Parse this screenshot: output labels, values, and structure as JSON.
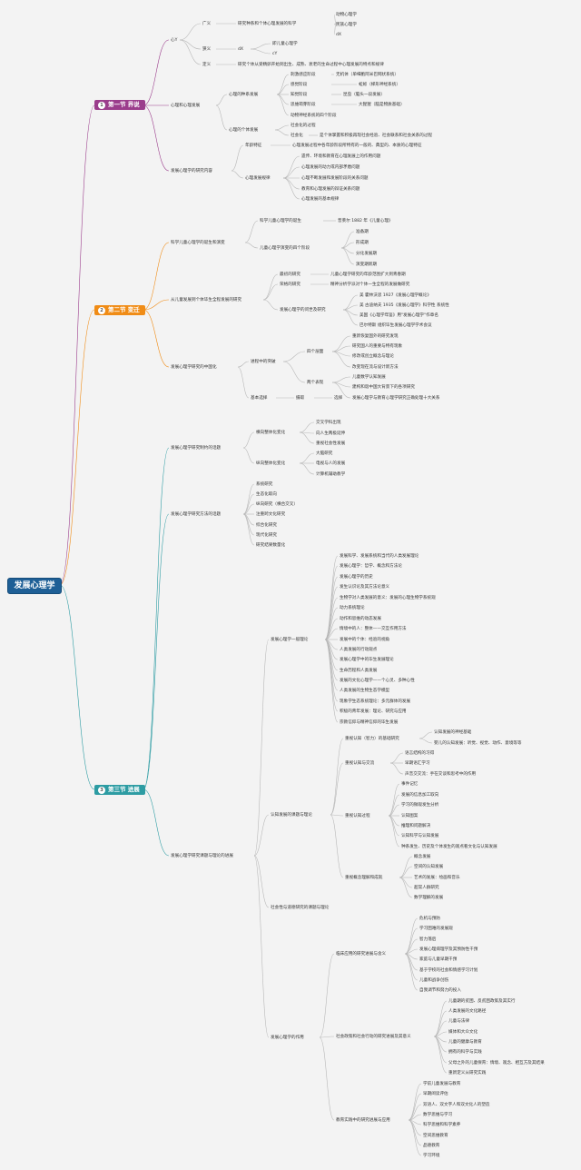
{
  "root": "发展心理学",
  "sections": [
    {
      "num": "1",
      "label": "第一节 界说"
    },
    {
      "num": "2",
      "label": "第二节 变迁"
    },
    {
      "num": "3",
      "label": "第三节 进展"
    }
  ],
  "colors": {
    "root": "#1e5f96",
    "s1": "#9b3d8c",
    "s2": "#f08c16",
    "s3": "#2d9ca3",
    "line": "#b8b8b8"
  },
  "s1": {
    "a": "心Y",
    "a1": "广义",
    "a1a": "研究种系和个体心理发展的科学",
    "a1a_items": [
      "动物心理学",
      "民族心理学",
      "dX"
    ],
    "a2": "狭义",
    "a2a": "dX",
    "a2a_items": [
      "即儿童心理学",
      "cY"
    ],
    "a3": "定义",
    "a3a": "研究个体从受精卵开始到出生、成熟、衰老的生命过程中心理发展的特点和规律",
    "b": "心理和心理发展",
    "b1": "心理的种系发展",
    "b1_items": [
      "刺激感应阶段",
      "感觉阶段",
      "知觉阶段",
      "思维萌芽阶段",
      "动物神经系统的四个阶段"
    ],
    "b1_sub": [
      "无机体（单细胞阿米巴网状系统）",
      "蚯蚓（梯形神经系统）",
      "昆虫（脑头一段发展）",
      "大猩猩（脑是物质基础）"
    ],
    "b2": "心理的个体发展",
    "b2_items": [
      "社会化的过程",
      "社会化"
    ],
    "b2_sub": "是个体掌握和积极再现社会经验、社会联系和社会关系的过程",
    "c": "发展心理学的研究内容",
    "c1": "年龄特征",
    "c1a": "心理发展过程中各年龄阶段所特有的一般的、典型的、本质的心理特征",
    "c2": "心理发展规律",
    "c2_items": [
      "遗传、环境和教育在心理发展上的作用问题",
      "心理发展的动力或内部矛盾问题",
      "心理不断发展和发展阶段的关系问题",
      "教育和心理发展的辩证关系问题",
      "心理发展的基本规律"
    ]
  },
  "s2": {
    "a": "科学儿童心理学的诞生和演变",
    "a1": "科学儿童心理学的诞生",
    "a1a": "普莱尔 1882 年《儿童心理》",
    "a2": "儿童心理学演变的四个阶段",
    "a2_items": [
      "准备期",
      "形成期",
      "分化发展期",
      "演变期新期"
    ],
    "b": "从儿童发展到个体毕生全程发展的研究",
    "b1": "最初的研究",
    "b1a": "儿童心理学研究的年龄范围扩大到青春期",
    "b2": "荣格的研究",
    "b2a": "精神分析学派对个体一生全程的发展做研究",
    "b3": "发展心理学的问世及研究",
    "b3_items": [
      "美 霍林沃思 1927《发展心理学概论》",
      "美 古迪纳夫 1935《发展心理学》科学性 系统性",
      "美国《心理学年鉴》用\"发展心理学\"作章名",
      "巴尔特斯 组织毕生发展心理学学术会议"
    ],
    "c": "发展心理学研究的中国化",
    "c1": "进程中的突破",
    "c1a": "四个层面",
    "c1a_items": [
      "重新恢复国外的研究发现",
      "研究国人的重要与特有现象",
      "修改或创立概念与理论",
      "改变现在流与设计新方法"
    ],
    "c1b": "两个表现",
    "c1b_items": [
      "儿童数学认知发展",
      "建构和谐中国大背景下的各项研究",
      "发展心理学与教育心理学研究正确处理十大关系"
    ],
    "c2": "基本选择",
    "c2a": "摄取",
    "c2b": "选择"
  },
  "s3": {
    "a": "发展心理学研究制约的话题",
    "a1": "横向整体化变化",
    "a1_items": [
      "交叉学科出现",
      "向人生两极延伸",
      "重视社会性发展"
    ],
    "a2": "纵向整体化变化",
    "a2_items": [
      "大脑研究",
      "电视与人的发展",
      "计算机辅助教学"
    ],
    "b": "发展心理学研究方法的话题",
    "b_items": [
      "系统研究",
      "生态化取向",
      "纵向研究（横合交叉）",
      "注重跨文化研究",
      "综合化研究",
      "现代化研究",
      "研究结果数量化"
    ],
    "c": "发展心理学研究课题与理论的进展",
    "c1": "发展心理学一般理论",
    "c1_items": [
      "发展科学、发展系统和当代的人类发展理论",
      "发展心理学：哲学、概念和方法论",
      "发展心理学的历史",
      "发生认识论及其方法论意义",
      "生物学对人类发展的意义：发展的心理生物学系统观",
      "动力系统理论",
      "动作和思维的动态发展",
      "情境中的人：整体——交互作用方法",
      "发展中的个体：经验的视角",
      "人类发展的行动观点",
      "发展心理学中的毕生发展理论",
      "生命历程和人类发展",
      "发展的文化心理学——个心灵、多种心性",
      "人类发展的生物生态学模型",
      "现象学生态系统理论：多元群体的发展",
      "积极的青年发展：理论、研究与应用",
      "宗教信仰与精神信仰的毕生发展"
    ],
    "c2": "认知发展的课题与理论",
    "c2a": "重视认知（智力）的基础研究",
    "c2a_items": [
      "认知发展的神经基础",
      "婴儿的认知发展：听觉、视觉、动作、意境等等"
    ],
    "c2b": "重视认知与交流",
    "c2b_items": [
      "语言结构的习得",
      "早期语汇学习",
      "声音交交流：手在交谈和思考中的作用"
    ],
    "c2c": "重视认知过程",
    "c2c_items": [
      "事件记忆",
      "发展的信息加工取向",
      "学习的微观发生分析",
      "认知图案",
      "推理和问题解决",
      "认知科学与认知发展",
      "种系发生、历史及个体发生的观点看文化与认知发展"
    ],
    "c2d": "重视概念理解和成就",
    "c2d_items": [
      "概念发展",
      "空间的认知发展",
      "艺术的发展：绘画和音乐",
      "超常人群研究",
      "数学理解的发展"
    ],
    "c3": "社会性与道德研究的课题与理论",
    "c4": "发展心理学的作用",
    "c4a": "临床应用的研究进展与含义",
    "c4a_items": [
      "危机与预防",
      "学习困难的发展观",
      "智力落后",
      "发展心理病理学及其预防性干预",
      "家庭与儿童早期干预",
      "基于学校的社会和情感学习计划",
      "儿童和战争创伤",
      "自我调节和努力的投入"
    ],
    "c4b": "社会政策和社会行动的研究进展及其意义",
    "c4b_items": [
      "儿童期的贫困、反贫困政策及其实行",
      "人类发展的文化路径",
      "儿童与法律",
      "媒体和大众文化",
      "儿童的健康与教育",
      "拥有的科学与实践",
      "父母之外的儿童保育：情境、观念、相互方及其结果",
      "重新定义从研究实践"
    ],
    "c4c": "教育实践中的研究进展与应用",
    "c4c_items": [
      "学前儿童发展与教育",
      "早期阅读评估",
      "双语人、双文字人和双文化人的塑造",
      "数学思维与学习",
      "科学思维和科学素养",
      "空间思维教育",
      "品德教育",
      "学习环境"
    ]
  }
}
